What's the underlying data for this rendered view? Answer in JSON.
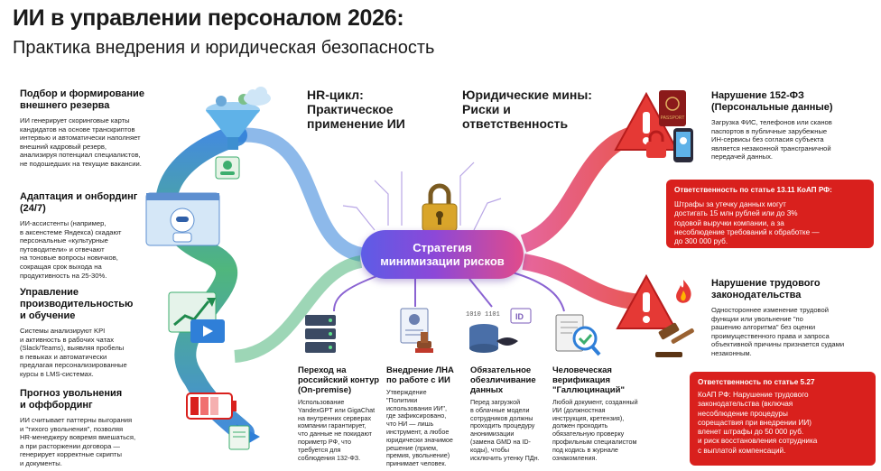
{
  "header": {
    "title": "ИИ в управлении персоналом 2026:",
    "subtitle": "Практика внедрения и юридическая безопасность"
  },
  "sections": {
    "hr_cycle": "HR-цикл:\nПрактическое\nприменение ИИ",
    "legal_mines": "Юридические мины:\nРиски и\nответственность"
  },
  "hub": {
    "label": "Стратегия\nминимизации рисков"
  },
  "left_blocks": [
    {
      "heading": "Подбор и формирование\nвнешнего резерва",
      "text": "ИИ генерирует скоринговые карты\nкандидатов на основе транскриптов\nинтервью и автоматически наполняет\nвнешний кадровый резерв,\nанализируя потенциал специалистов,\nне подошедших на текущие вакансии."
    },
    {
      "heading": "Адаптация и онбординг\n(24/7)",
      "text": "ИИ-ассистенты (например,\nв аксенстеме Яндекса) скадают\nперсональные «культурные\nпутоводители» и отвечают\nна тоновые вопросы новичков,\nсокращая срок выхода на\nпродуктивность на 25-30%."
    },
    {
      "heading": "Управление\nпроизводительностью\nи обучение",
      "text": "Системы анализируют KPI\nи активность в рабочих чатах\n(Slack/Teams), выявляя пробелы\nв певыках и автоматически\nпредлагая персонализированные\nкурсы в LMS-системах."
    },
    {
      "heading": "Прогноз увольнения\nи оффбординг",
      "text": "ИИ считывает паттерны выгорания\nи \"тихого увольнения\", позволяя\nHR-менеджеру вовремя вмешаться,\nа при расторжении договора —\nгенерирует корректные скрипты\nи документы."
    }
  ],
  "bottom_columns": [
    {
      "heading": "Переход на\nроссийский контур\n(On-premise)",
      "text": "Использование\nYandexGPT или GigaChat\nна внутренних серверах\nкомпании гарантирует,\nчто данные не покидают\nпориметр РФ, что\nтребуется для\nсоблюдения 132-ФЗ."
    },
    {
      "heading": "Внедрение ЛНА\nпо работе с ИИ",
      "text": "Утверждение\n\"Политики\nиспользования ИИ\",\nгде зафиксировано,\nчто НИ — лишь\nинструмент, а любое\nюридически значимое\nрешение (прием,\nпремия, увольнение)\nпринимает человек."
    },
    {
      "heading": "Обязательное\nобезличивание\nданных",
      "text": "Перед загрузкой\nв облачные модели\nсотрудников должны\nпроходить процедуру\nанонимизации\n(замена GMD на ID-\nкоды), чтобы\nисключить утенку ПДн."
    },
    {
      "heading": "Человеческая\nверификация\n\"Галлюцинаций\"",
      "text": "Любой документ, созданный\nИИ (должностная\nинструкция, кретензия),\nдолжен проходить\nобязательную проверку\nпрофильным специалистом\nпод кодись в журнале\nознакомления."
    }
  ],
  "right_blocks": [
    {
      "heading": "Нарушение 152-ФЗ\n(Персональные данные)",
      "text": "Загрузка ФИС, телефонов или сканов\nпаспортов в публичные зарубежные\nИН-сервисы без согласия субъекта\nявляется незаконной трансграничной\nпередачей данных.",
      "penalty_heading": "Ответственность по статье 13.11 КоАП РФ:",
      "penalty_text": "Штрафы за утечку данных могут\nдостигать 15 млн рублей или до 3%\nгодовой выручки компании, а за\nнесоблюдение требований к обработке —\nдо 300 000 руб."
    },
    {
      "heading": "Нарушение трудового\nзаконодательства",
      "text": "Одностороннее изменение трудовой\nфункции или увольнение \"по\nрашению алгоритма\" без оценки\nпроимущественного права и запроса\nобъективной причины признается судами\nнезаконным.",
      "penalty_heading": "Ответственность по статье 5.27",
      "penalty_text": "КоАП РФ: Нарушение трудового\nзаконодательства (включая\nнесоблюдение процедуры\nсорещаствия при внедрении ИИ)\nвленет штрафы до 50 000 руб.\nи риск восстановления сотрудника\nс выплатой компенсаций."
    }
  ],
  "icon_labels": {
    "passport": "PASSPORT",
    "id_tag": "ID",
    "anon_code": "1010 1101"
  },
  "colors": {
    "hub_start": "#5d5ce6",
    "hub_end": "#e14b8b",
    "flow_blue": "#2f7fd8",
    "flow_green": "#3cae6e",
    "danger_red": "#d9201d",
    "warning_red": "#e53935",
    "purple_link": "#8a63d2"
  },
  "icons": [
    "funnel-icon",
    "cloud-icon",
    "robot-icon",
    "chart-icon",
    "battery-icon",
    "document-icon",
    "padlock-icon",
    "server-icon",
    "stamp-icon",
    "database-mask-icon",
    "magnifier-check-icon",
    "warning-icon",
    "passport-icon",
    "phone-icon",
    "gavel-icon",
    "fire-icon"
  ]
}
